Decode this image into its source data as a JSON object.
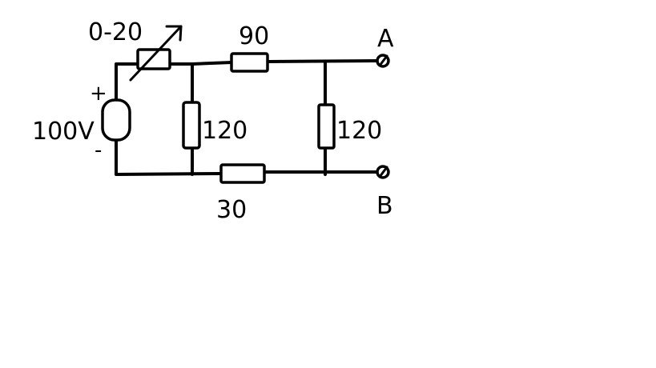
{
  "diagram": {
    "source_voltage": "100V",
    "source_plus": "+",
    "source_minus": "-",
    "rheostat_label": "0-20",
    "r_top_label": "90",
    "r_mid_label": "120",
    "r_right_label": "120",
    "r_bottom_label": "30",
    "terminal_a": "A",
    "terminal_b": "B"
  }
}
